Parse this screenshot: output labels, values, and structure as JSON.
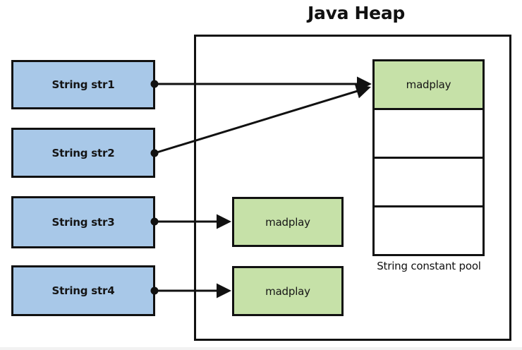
{
  "diagram": {
    "title": "Java Heap",
    "background_color": "#ffffff",
    "stroke_color": "#111111",
    "blue_fill": "#a8c8e8",
    "green_fill": "#c6e1a8"
  },
  "variables": [
    {
      "label": "String str1"
    },
    {
      "label": "String str2"
    },
    {
      "label": "String str3"
    },
    {
      "label": "String str4"
    }
  ],
  "heap_objects": [
    {
      "label": "madplay"
    },
    {
      "label": "madplay"
    }
  ],
  "pool": {
    "label": "String constant pool",
    "rows": [
      {
        "label": "madplay",
        "filled": true
      },
      {
        "label": "",
        "filled": false
      },
      {
        "label": "",
        "filled": false
      },
      {
        "label": "",
        "filled": false
      }
    ]
  },
  "connections": [
    {
      "from": "String str1",
      "to": "pool-row-1"
    },
    {
      "from": "String str2",
      "to": "pool-row-1"
    },
    {
      "from": "String str3",
      "to": "heap-object-1"
    },
    {
      "from": "String str4",
      "to": "heap-object-2"
    }
  ]
}
